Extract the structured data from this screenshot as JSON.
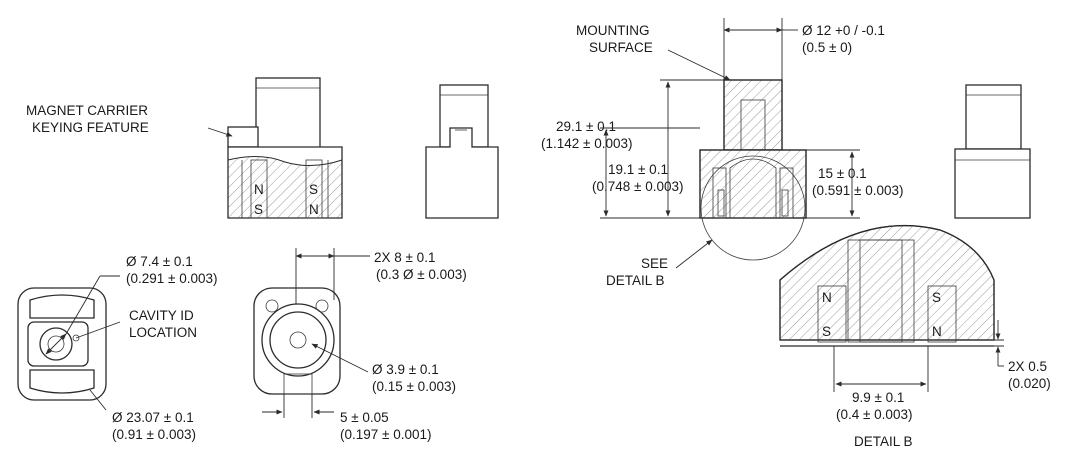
{
  "labels": {
    "magnet_carrier_line1": "MAGNET CARRIER",
    "magnet_carrier_line2": "KEYING FEATURE",
    "mounting_line1": "MOUNTING",
    "mounting_line2": "SURFACE",
    "see_detail_line1": "SEE",
    "see_detail_line2": "DETAIL B",
    "detail_b_caption": "DETAIL B",
    "cavity_id_line1": "CAVITY ID",
    "cavity_id_line2": "LOCATION",
    "pole_n": "N",
    "pole_s": "S"
  },
  "dimensions": {
    "dia_12_line1": "Ø 12 +0 / -0.1",
    "dia_12_line2": "(0.5 ± 0)",
    "h_29_line1": "29.1 ± 0.1",
    "h_29_line2": "(1.142 ± 0.003)",
    "h_19_line1": "19.1 ± 0.1",
    "h_19_line2": "(0.748 ± 0.003)",
    "h_15_line1": "15 ± 0.1",
    "h_15_line2": "(0.591 ± 0.003)",
    "dia_7_line1": "Ø 7.4 ± 0.1",
    "dia_7_line2": "(0.291 ± 0.003)",
    "dia_23_line1": "Ø 23.07 ± 0.1",
    "dia_23_line2": "(0.91 ± 0.003)",
    "two_x8_line1": "2X 8 ± 0.1",
    "two_x8_line2": "(0.3 Ø ± 0.003)",
    "dia_3_line1": "Ø 3.9 ± 0.1",
    "dia_3_line2": "(0.15 ± 0.003)",
    "w_5_line1": "5 ± 0.05",
    "w_5_line2": "(0.197 ± 0.001)",
    "w_9_line1": "9.9 ± 0.1",
    "w_9_line2": "(0.4 ± 0.003)",
    "two_x05_line1": "2X 0.5",
    "two_x05_line2": "(0.020)"
  }
}
